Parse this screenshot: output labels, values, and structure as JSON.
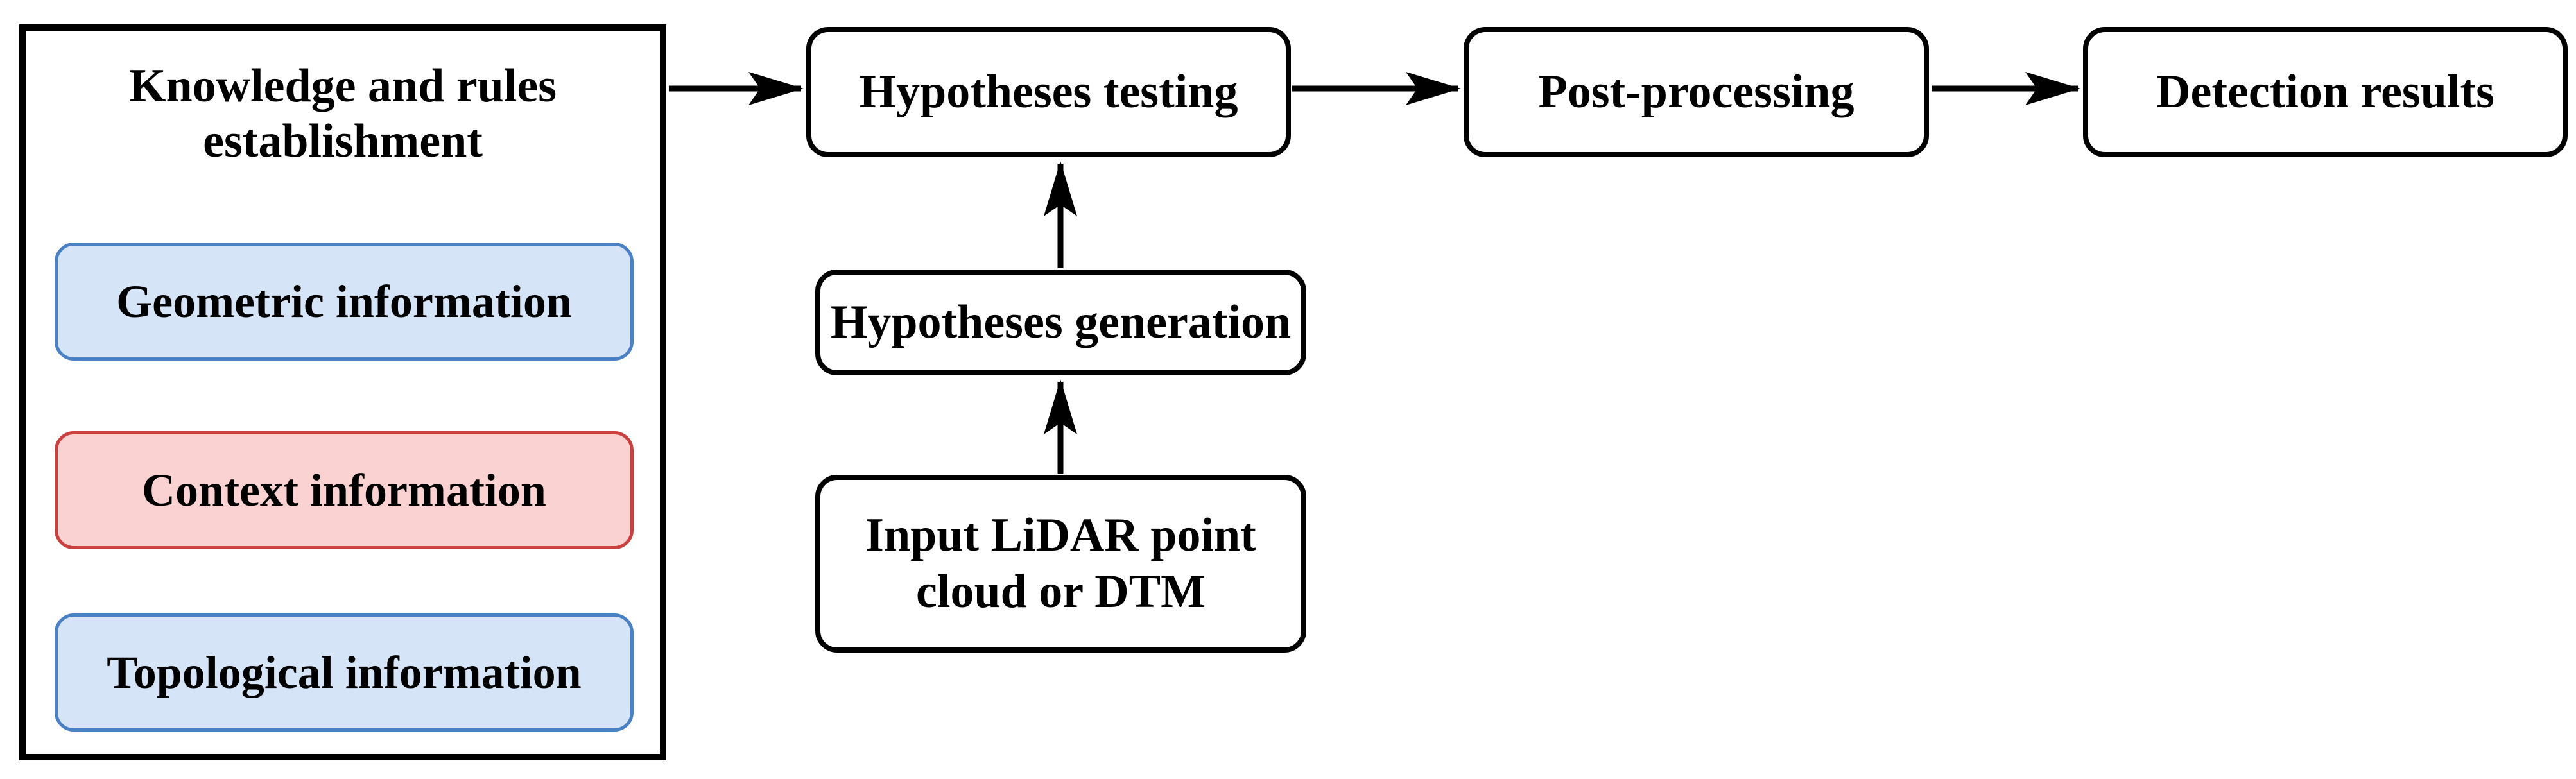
{
  "diagram": {
    "knowledge_panel": {
      "title": "Knowledge and rules\nestablishment",
      "items": [
        {
          "id": "geometric",
          "label": "Geometric information",
          "fill": "#d6e4f8",
          "border": "#4a80c4"
        },
        {
          "id": "context",
          "label": "Context information",
          "fill": "#fbd2d2",
          "border": "#c9403f"
        },
        {
          "id": "topological",
          "label": "Topological information",
          "fill": "#d6e4f8",
          "border": "#4a80c4"
        }
      ]
    },
    "nodes": [
      {
        "id": "hypotheses-testing",
        "label": "Hypotheses testing"
      },
      {
        "id": "post-processing",
        "label": "Post-processing"
      },
      {
        "id": "detection-results",
        "label": "Detection results"
      },
      {
        "id": "hypotheses-generation",
        "label": "Hypotheses generation"
      },
      {
        "id": "input-lidar",
        "label": "Input LiDAR point\ncloud or DTM"
      }
    ],
    "arrows": [
      {
        "from": "knowledge-panel",
        "to": "hypotheses-testing"
      },
      {
        "from": "hypotheses-testing",
        "to": "post-processing"
      },
      {
        "from": "post-processing",
        "to": "detection-results"
      },
      {
        "from": "hypotheses-generation",
        "to": "hypotheses-testing"
      },
      {
        "from": "input-lidar",
        "to": "hypotheses-generation"
      }
    ],
    "colors": {
      "outline": "#000000",
      "node_fill": "#ffffff",
      "blue_fill": "#d6e4f8",
      "blue_border": "#4a80c4",
      "red_fill": "#fbd2d2",
      "red_border": "#c9403f"
    }
  }
}
